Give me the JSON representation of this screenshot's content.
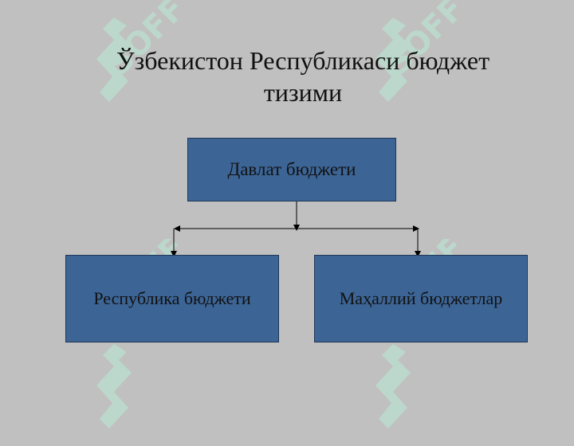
{
  "title": {
    "line1": "Ўзбекистон Республикаси бюджет",
    "line2": "тизими"
  },
  "diagram": {
    "root": "Давлат бюджети",
    "children": [
      "Республика бюджети",
      "Маҳаллий бюджетлар"
    ]
  },
  "colors": {
    "background": "#c0c0c0",
    "box_fill": "#3c6596",
    "watermark": "#b9eed6"
  },
  "watermark": {
    "text": "SOFF"
  }
}
